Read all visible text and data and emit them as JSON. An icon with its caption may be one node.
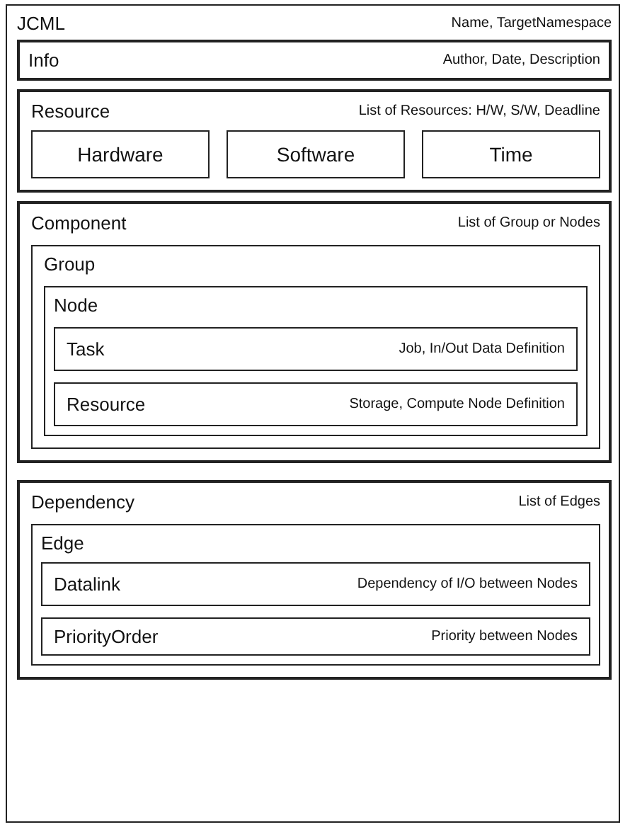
{
  "diagram": {
    "nodes": [
      {
        "text": [
          "JCML",
          "Name, TargetNamespace"
        ]
      },
      {
        "text": [
          "Info",
          "Author, Date, Description"
        ],
        "in": 0
      },
      {
        "text": [
          "Resource",
          "List of Resources: H/W, S/W, Deadline"
        ],
        "in": 0
      },
      {
        "text": [
          "Hardware"
        ],
        "in": 2
      },
      {
        "text": [
          "Software"
        ],
        "in": 2
      },
      {
        "text": [
          "Time"
        ],
        "in": 2
      },
      {
        "text": [
          "Component",
          "List of Group or Nodes"
        ],
        "in": 0
      },
      {
        "text": [
          "Group"
        ],
        "in": 6
      },
      {
        "text": [
          "Node"
        ],
        "in": 7
      },
      {
        "text": [
          "Task",
          "Job, In/Out Data Definition"
        ],
        "in": 8
      },
      {
        "text": [
          "Resource",
          "Storage, Compute Node Definition"
        ],
        "in": 8
      },
      {
        "text": [
          "Dependency",
          "List of Edges"
        ],
        "in": 0
      },
      {
        "text": [
          "Edge"
        ],
        "in": 11
      },
      {
        "text": [
          "Datalink",
          "Dependency of I/O between Nodes"
        ],
        "in": 12
      },
      {
        "text": [
          "PriorityOrder",
          "Priority between Nodes"
        ],
        "in": 12
      }
    ],
    "edges": []
  }
}
